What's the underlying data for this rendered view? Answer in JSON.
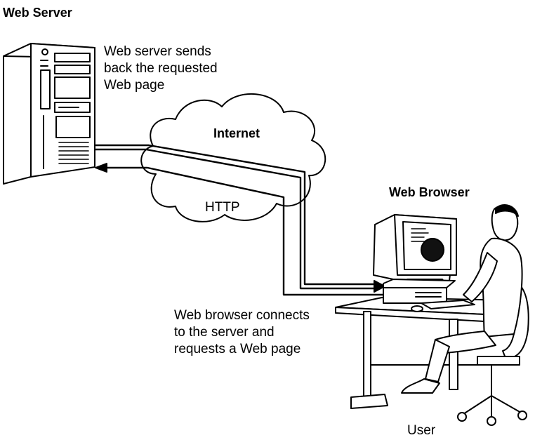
{
  "labels": {
    "web_server_title": "Web Server",
    "server_sends": "Web server sends\nback the requested\nWeb page",
    "internet": "Internet",
    "http": "HTTP",
    "web_browser_title": "Web Browser",
    "browser_connects": "Web browser connects\nto the server and\nrequests a Web page",
    "user": "User"
  },
  "icons": {
    "server": "server-tower-icon",
    "cloud": "internet-cloud-icon",
    "computer": "desktop-computer-icon",
    "person": "user-at-desk-icon"
  }
}
